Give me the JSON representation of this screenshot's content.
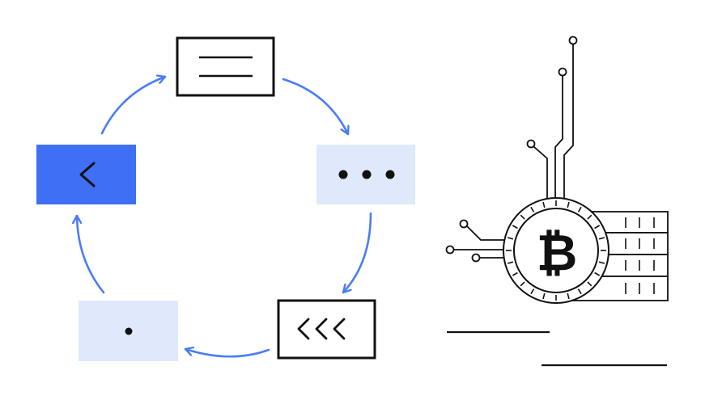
{
  "colors": {
    "ink": "#111111",
    "accent_blue": "#4a7cf6",
    "solid_blue": "#3f6ff5",
    "light_blue": "#dfe9fb",
    "white": "#ffffff"
  },
  "cycle": {
    "nodes": [
      {
        "id": "top",
        "style": "outlined",
        "icon": "two-lines-icon"
      },
      {
        "id": "right",
        "style": "light-fill",
        "icon": "ellipsis-icon"
      },
      {
        "id": "bottom-right",
        "style": "outlined",
        "icon": "triple-chevron-left-icon"
      },
      {
        "id": "bottom-left",
        "style": "light-fill",
        "icon": "dot-icon"
      },
      {
        "id": "left",
        "style": "solid-fill",
        "icon": "chevron-left-icon"
      }
    ],
    "arrows": [
      "left-to-top",
      "top-to-right",
      "right-to-bottom-right",
      "bottom-right-to-bottom-left",
      "bottom-left-to-left"
    ]
  },
  "crypto": {
    "coin_symbol": "₿",
    "icon": "bitcoin-coin-icon",
    "circuit_icon": "circuit-traces-icon",
    "stack_icon": "coin-stack-icon"
  }
}
